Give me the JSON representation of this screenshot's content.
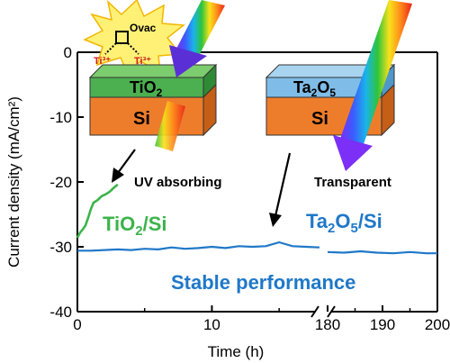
{
  "chart_data": {
    "type": "line",
    "ylabel": "Current density (mA/cm²)",
    "xlabel": "Time (h)",
    "ylim": [
      -40,
      0
    ],
    "y_ticks": [
      "0",
      "-10",
      "-20",
      "-30",
      "-40"
    ],
    "x_ticks": [
      "0",
      "10",
      "180",
      "190",
      "200"
    ],
    "x_axis_break": "between 18 h and 180 h",
    "series": [
      {
        "name": "TiO2/Si",
        "color": "#3cb44b",
        "x": [
          0,
          0.1,
          0.2,
          0.4,
          0.6,
          0.8,
          1.0,
          1.2,
          1.5,
          1.8,
          2.1,
          2.4,
          2.7,
          3.0
        ],
        "y": [
          -28.6,
          -28.2,
          -27.8,
          -27.3,
          -26.7,
          -25.5,
          -24.2,
          -23.2,
          -22.8,
          -22.2,
          -21.9,
          -21.5,
          -20.9,
          -20.4
        ]
      },
      {
        "name": "Ta2O5/Si",
        "color": "#1f78c8",
        "x": [
          0,
          1,
          2,
          3,
          4,
          5,
          6,
          7,
          8,
          9,
          10,
          11,
          12,
          13,
          14,
          15,
          16,
          17,
          18,
          180,
          183,
          186,
          189,
          192,
          195,
          198,
          200
        ],
        "y": [
          -30.6,
          -30.6,
          -30.5,
          -30.4,
          -30.5,
          -30.3,
          -30.4,
          -30.1,
          -30.3,
          -30.2,
          -30.0,
          -30.2,
          -29.9,
          -30.0,
          -29.9,
          -29.3,
          -29.9,
          -30.0,
          -30.1,
          -30.8,
          -30.9,
          -30.7,
          -30.9,
          -31.0,
          -30.8,
          -31.0,
          -31.0
        ]
      }
    ]
  },
  "labels": {
    "tio2_si": "TiO2/Si",
    "ta2o5_si": "Ta2O5/Si",
    "stable": "Stable performance",
    "uv": "UV absorbing",
    "transparent": "Transparent"
  },
  "schematic": {
    "tio2_layer": "TiO2",
    "ta2o5_layer": "Ta2O5",
    "si_left": "Si",
    "si_right": "Si",
    "ovac": "Ovac",
    "ti3_left": "Ti³⁺",
    "ti3_right": "Ti³⁺"
  },
  "colors": {
    "tio2_layer": "#4caf50",
    "ta2o5_layer": "#7fbde8",
    "si_layer": "#ee7d2b",
    "starburst": "#fff176",
    "ti3_text": "#cc1f1f"
  }
}
